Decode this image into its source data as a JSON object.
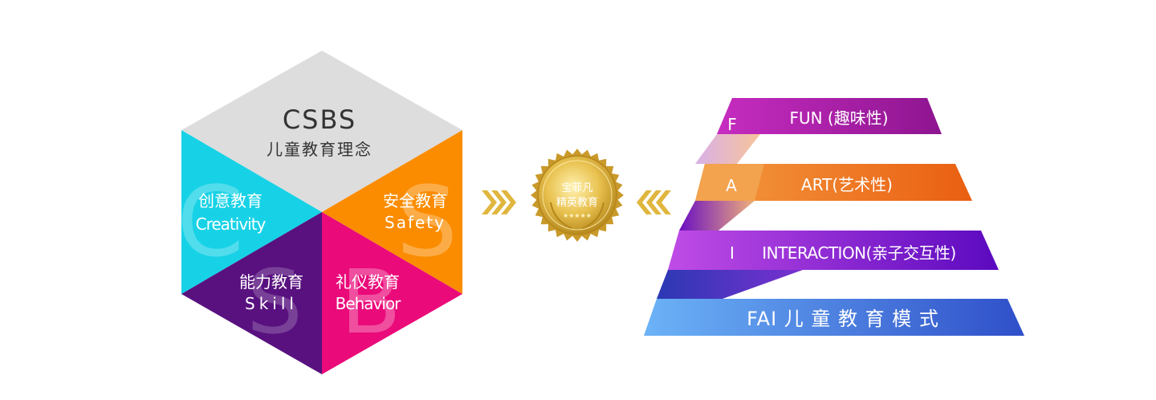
{
  "csbs": {
    "title": "CSBS",
    "subtitle": "儿童教育理念",
    "creativity": {
      "letter": "C",
      "cn": "创意教育",
      "en": "Creativity"
    },
    "safety": {
      "letter": "S",
      "cn": "安全教育",
      "en": "Safety"
    },
    "skill": {
      "letter": "S",
      "cn": "能力教育",
      "en": "Skill"
    },
    "behavior": {
      "letter": "B",
      "cn": "礼仪教育",
      "en": "Behavior"
    }
  },
  "seal": {
    "line1": "宝菲凡",
    "line2": "精英教育",
    "stars": "★★★★★"
  },
  "fai": {
    "fun": {
      "letter": "F",
      "label": "FUN (趣味性)"
    },
    "art": {
      "letter": "A",
      "label": "ART(艺术性)"
    },
    "interaction": {
      "letter": "I",
      "label": "INTERACTION(亲子交互性)"
    },
    "model": {
      "label": "FAI 儿 童 教 育 模 式"
    }
  },
  "colors": {
    "gray": "#dddddd",
    "cyan": "#17d2e6",
    "orange": "#fb8c00",
    "purple": "#58117f",
    "magenta": "#ea0a7a",
    "fun": "#a0199b",
    "art": "#ee6a1d",
    "interaction": "#6a0fc2",
    "model": "#3a5fd1",
    "gold": "#e0b63e"
  }
}
